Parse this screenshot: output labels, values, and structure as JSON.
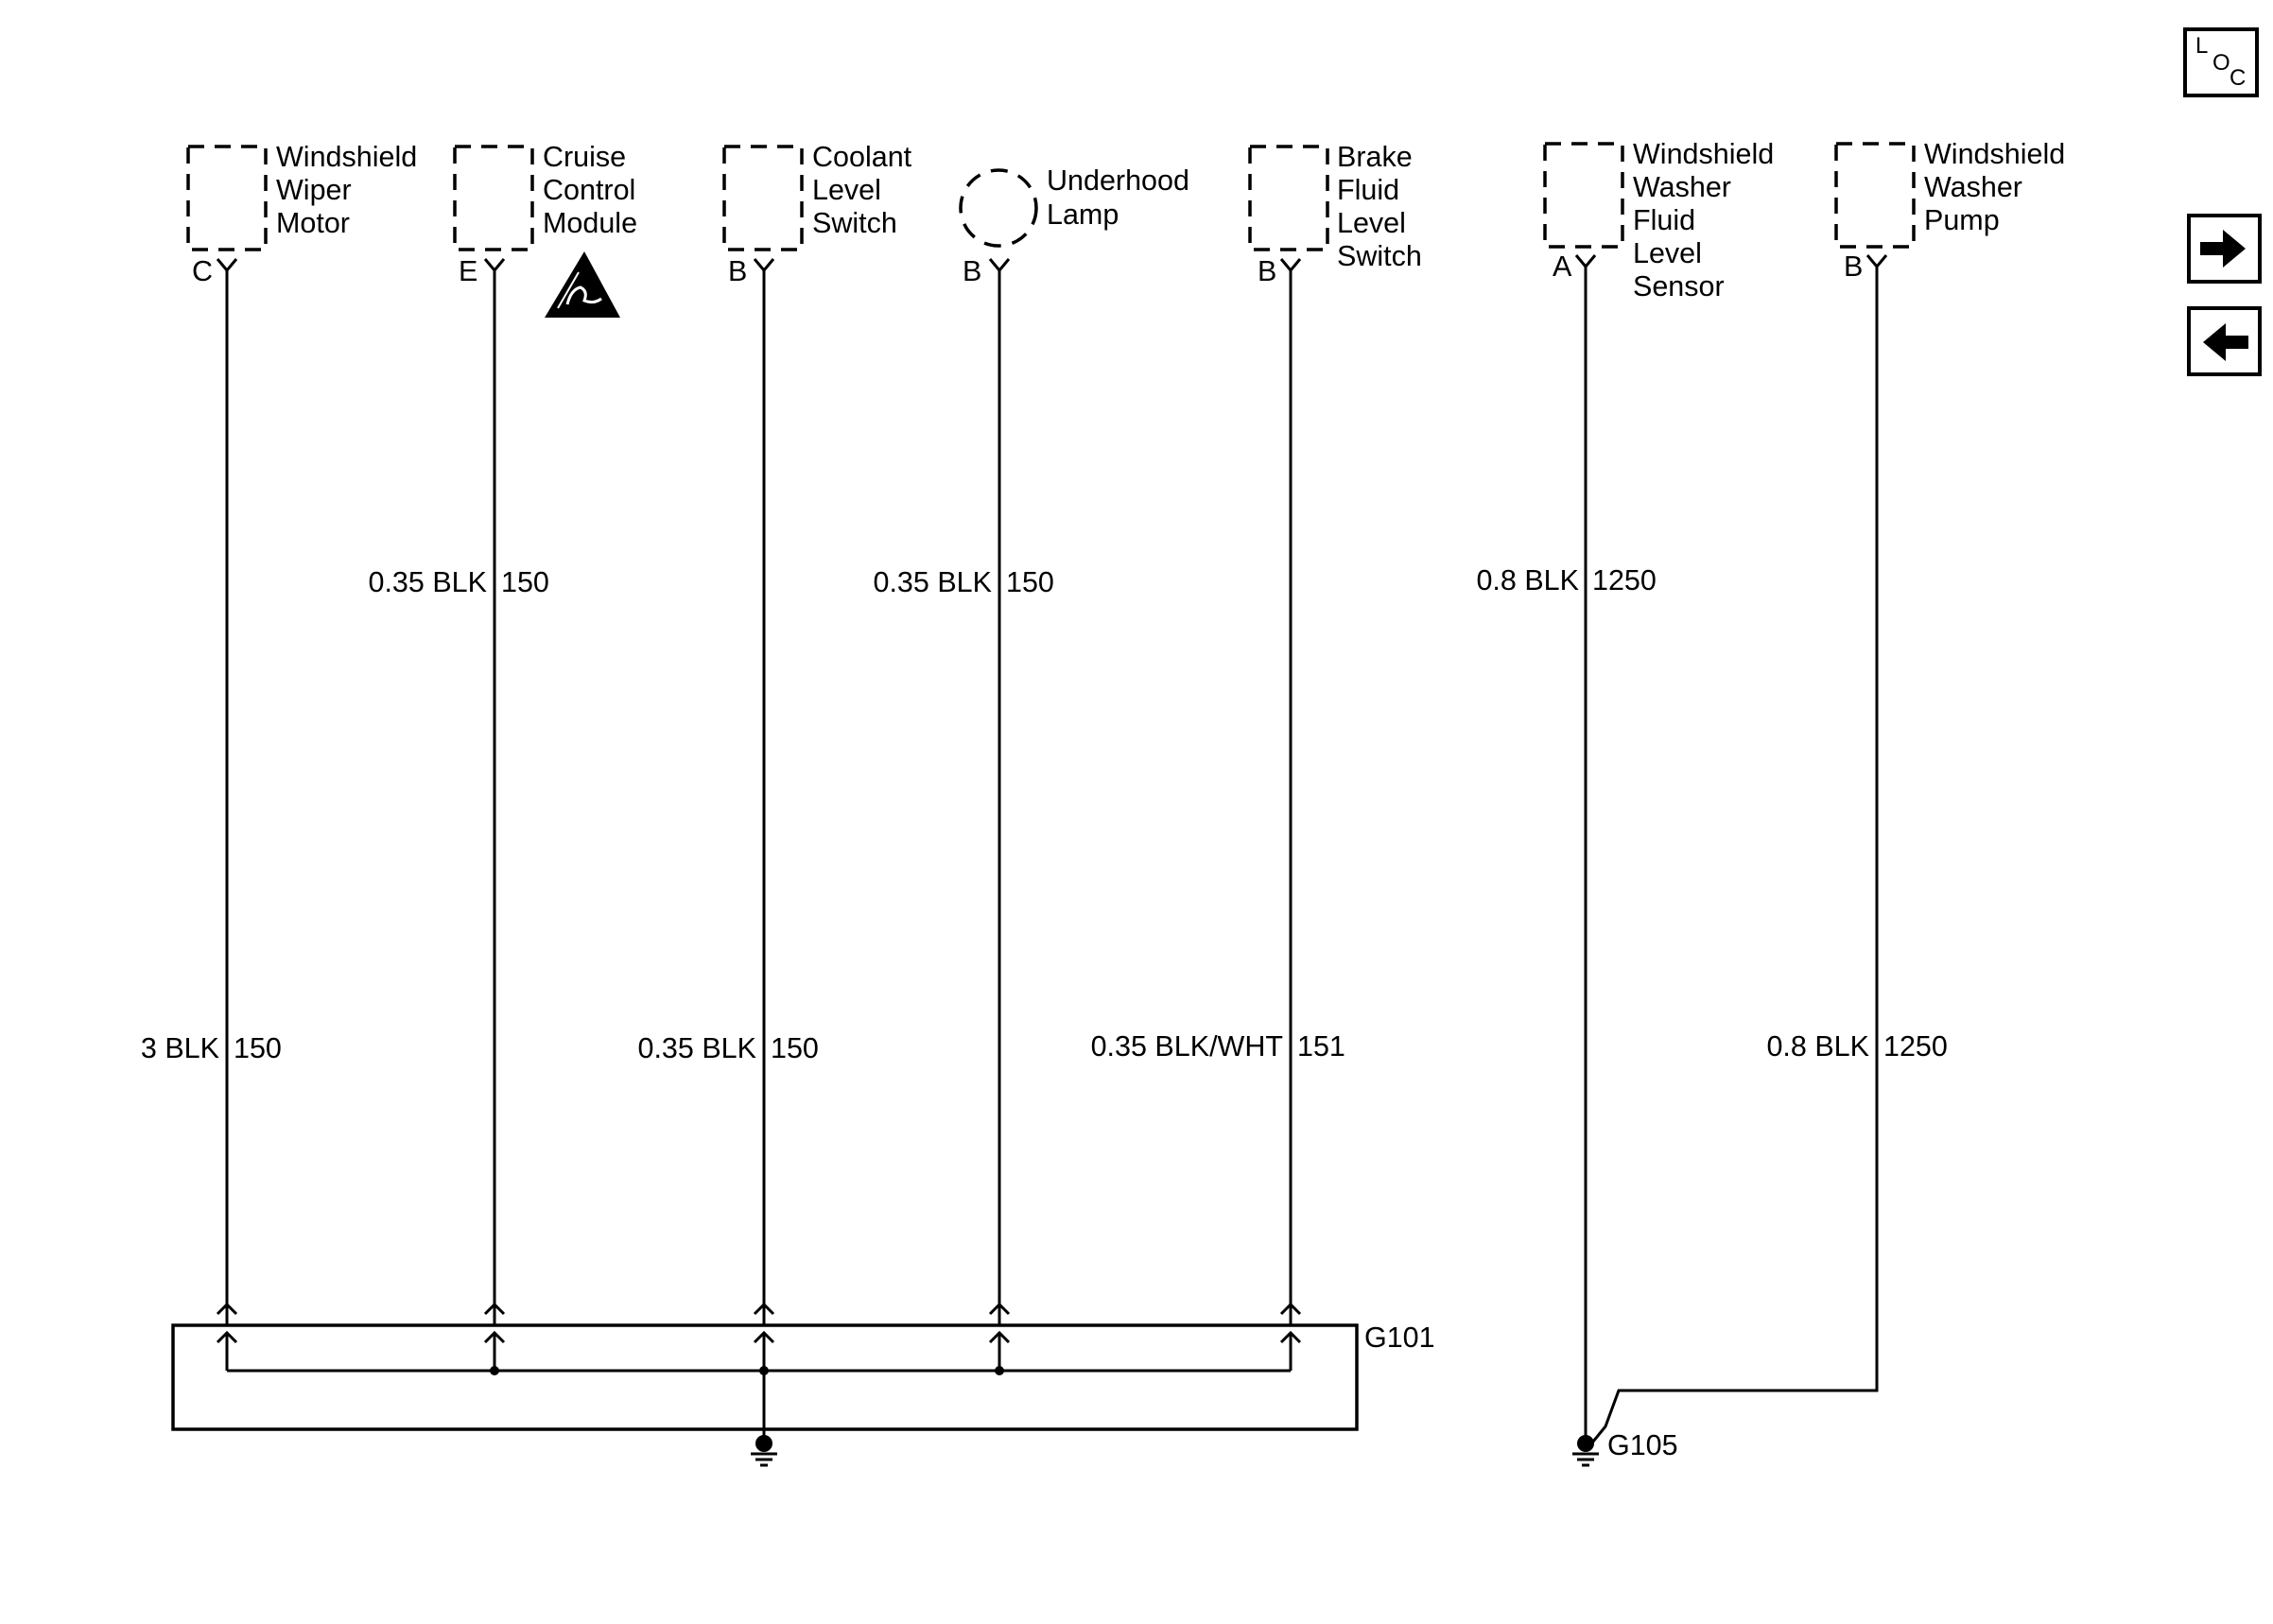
{
  "components": [
    {
      "id": "wiper",
      "lines": [
        "Windshield",
        "Wiper",
        "Motor"
      ],
      "pin": "C"
    },
    {
      "id": "cruise",
      "lines": [
        "Cruise",
        "Control",
        "Module"
      ],
      "pin": "E"
    },
    {
      "id": "coolant",
      "lines": [
        "Coolant",
        "Level",
        "Switch"
      ],
      "pin": "B"
    },
    {
      "id": "lamp",
      "lines": [
        "Underhood",
        "Lamp"
      ],
      "pin": "B"
    },
    {
      "id": "brake",
      "lines": [
        "Brake",
        "Fluid",
        "Level",
        "Switch"
      ],
      "pin": "B"
    },
    {
      "id": "washer_sensor",
      "lines": [
        "Windshield",
        "Washer",
        "Fluid",
        "Level",
        "Sensor"
      ],
      "pin": "A"
    },
    {
      "id": "washer_pump",
      "lines": [
        "Windshield",
        "Washer",
        "Pump"
      ],
      "pin": "B"
    }
  ],
  "wire_labels": [
    {
      "id": "w-cruise",
      "spec": "0.35 BLK",
      "circuit": "150"
    },
    {
      "id": "w-lamp",
      "spec": "0.35 BLK",
      "circuit": "150"
    },
    {
      "id": "w-sensor",
      "spec": "0.8 BLK",
      "circuit": "1250"
    },
    {
      "id": "w-wiper",
      "spec": "3 BLK",
      "circuit": "150"
    },
    {
      "id": "w-coolant",
      "spec": "0.35 BLK",
      "circuit": "150"
    },
    {
      "id": "w-brake",
      "spec": "0.35 BLK/WHT",
      "circuit": "151"
    },
    {
      "id": "w-pump",
      "spec": "0.8 BLK",
      "circuit": "1250"
    }
  ],
  "grounds": {
    "g101": "G101",
    "g105": "G105"
  },
  "nav": {
    "loc_l": "L",
    "loc_o": "O",
    "loc_c": "C"
  },
  "icons": {
    "esd": "esd-warning-icon",
    "next": "arrow-right-icon",
    "prev": "arrow-left-icon",
    "loc": "component-locator-icon"
  }
}
